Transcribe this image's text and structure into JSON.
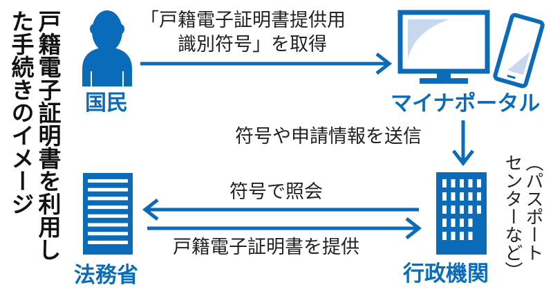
{
  "title": {
    "line1": "戸籍電子証明書を利用し",
    "line2": "た手続きのイメージ"
  },
  "nodes": {
    "citizen": "国民",
    "portal": "マイナポータル",
    "agency": "行政機関",
    "agency_note": {
      "line1": "（パスポート",
      "line2": "センターなど）"
    },
    "ministry": "法務省"
  },
  "flows": {
    "obtain_line1": "「戸籍電子証明書提供用",
    "obtain_line2": "識別符号」を取得",
    "send": "符号や申請情報を送信",
    "query": "符号で照会",
    "provide": "戸籍電子証明書を提供"
  },
  "colors": {
    "accent": "#0a6cb8",
    "screen_tint": "#c8d8ee"
  }
}
